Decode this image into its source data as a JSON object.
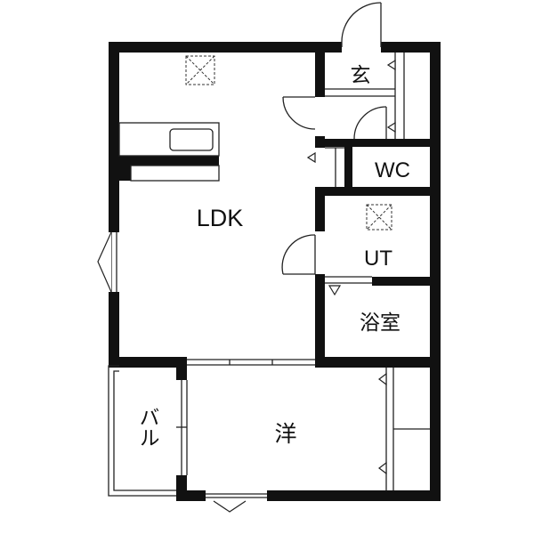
{
  "floor_plan": {
    "rooms": {
      "entrance": "玄",
      "wc": "WC",
      "ldk": "LDK",
      "ut": "UT",
      "bath": "浴室",
      "western": "洋",
      "balcony": "バル"
    },
    "colors": {
      "wall": "#111111",
      "line": "#222222",
      "background": "#ffffff"
    }
  }
}
